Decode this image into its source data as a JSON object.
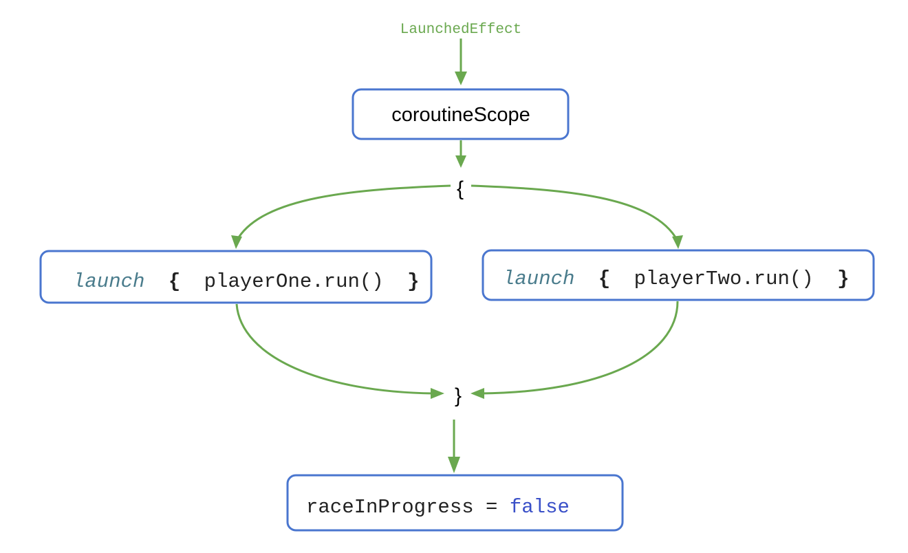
{
  "colors": {
    "edge": "#6aa84f",
    "box_border": "#4a76cf",
    "keyword": "#4a7c8c",
    "literal": "#3a50c8",
    "entry_label": "#6aa84f"
  },
  "entry": {
    "label": "LaunchedEffect"
  },
  "scope_box": {
    "label": "coroutineScope"
  },
  "open_brace": "{",
  "close_brace": "}",
  "launch_left": {
    "keyword": "launch",
    "open": "{",
    "call": "playerOne.run()",
    "close": "}"
  },
  "launch_right": {
    "keyword": "launch",
    "open": "{",
    "call": "playerTwo.run()",
    "close": "}"
  },
  "result_box": {
    "lhs": "raceInProgress = ",
    "value": "false"
  }
}
